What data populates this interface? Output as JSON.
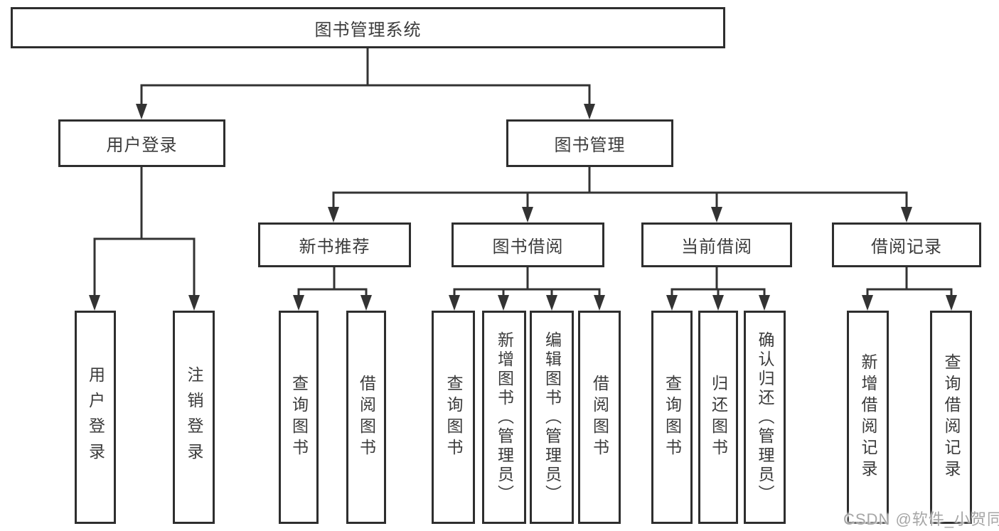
{
  "diagram": {
    "root": "图书管理系统",
    "level2": [
      "用户登录",
      "图书管理"
    ],
    "level3": [
      "新书推荐",
      "图书借阅",
      "当前借阅",
      "借阅记录"
    ],
    "leaves": [
      "用户登录",
      "注销登录",
      "查询图书",
      "借阅图书",
      "查询图书",
      "新增图书（管理员）",
      "编辑图书（管理员）",
      "借阅图书",
      "查询图书",
      "归还图书",
      "确认归还（管理员）",
      "新增借阅记录",
      "查询借阅记录"
    ]
  },
  "watermark": {
    "text": "CSDN @软件_小贺同学"
  },
  "colors": {
    "line": "#333333",
    "box_border": "#2e2e2e",
    "text": "#3b3b3b",
    "background": "#ffffff",
    "watermark_text": "#a6a6a6"
  }
}
